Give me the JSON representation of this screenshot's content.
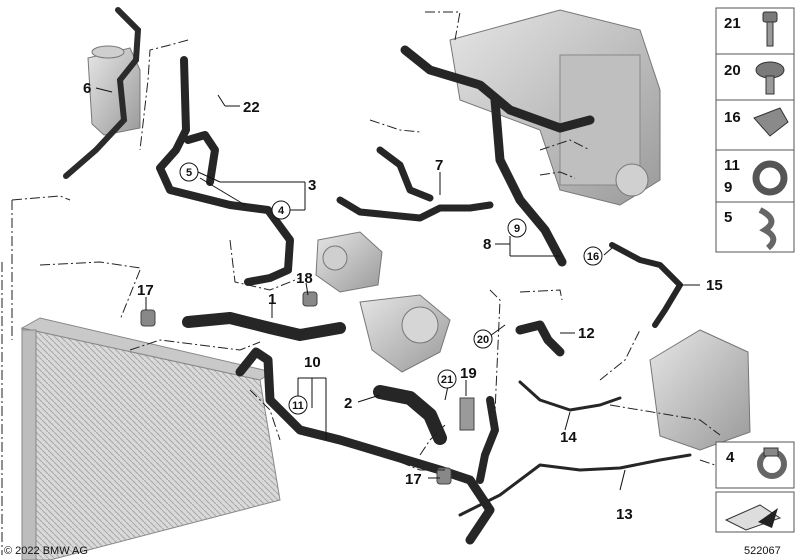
{
  "callouts": [
    {
      "id": "c1",
      "text": "1"
    },
    {
      "id": "c2",
      "text": "2"
    },
    {
      "id": "c3",
      "text": "3"
    },
    {
      "id": "c4",
      "text": "4"
    },
    {
      "id": "c5",
      "text": "5"
    },
    {
      "id": "c6",
      "text": "6"
    },
    {
      "id": "c7",
      "text": "7"
    },
    {
      "id": "c8",
      "text": "8"
    },
    {
      "id": "c9",
      "text": "9"
    },
    {
      "id": "c10",
      "text": "10"
    },
    {
      "id": "c11",
      "text": "11"
    },
    {
      "id": "c12",
      "text": "12"
    },
    {
      "id": "c13",
      "text": "13"
    },
    {
      "id": "c14",
      "text": "14"
    },
    {
      "id": "c15",
      "text": "15"
    },
    {
      "id": "c16",
      "text": "16"
    },
    {
      "id": "c17a",
      "text": "17"
    },
    {
      "id": "c17b",
      "text": "17"
    },
    {
      "id": "c18",
      "text": "18"
    },
    {
      "id": "c19",
      "text": "19"
    },
    {
      "id": "c20",
      "text": "20"
    },
    {
      "id": "c21",
      "text": "21"
    },
    {
      "id": "c22",
      "text": "22"
    }
  ],
  "parts_panel": [
    {
      "id": "p21",
      "text": "21"
    },
    {
      "id": "p20",
      "text": "20"
    },
    {
      "id": "p16",
      "text": "16"
    },
    {
      "id": "p11",
      "text": "11"
    },
    {
      "id": "p9",
      "text": "9"
    },
    {
      "id": "p5",
      "text": "5"
    },
    {
      "id": "p4",
      "text": "4"
    }
  ],
  "copyright": "© 2022 BMW AG",
  "diagram_number": "522067"
}
